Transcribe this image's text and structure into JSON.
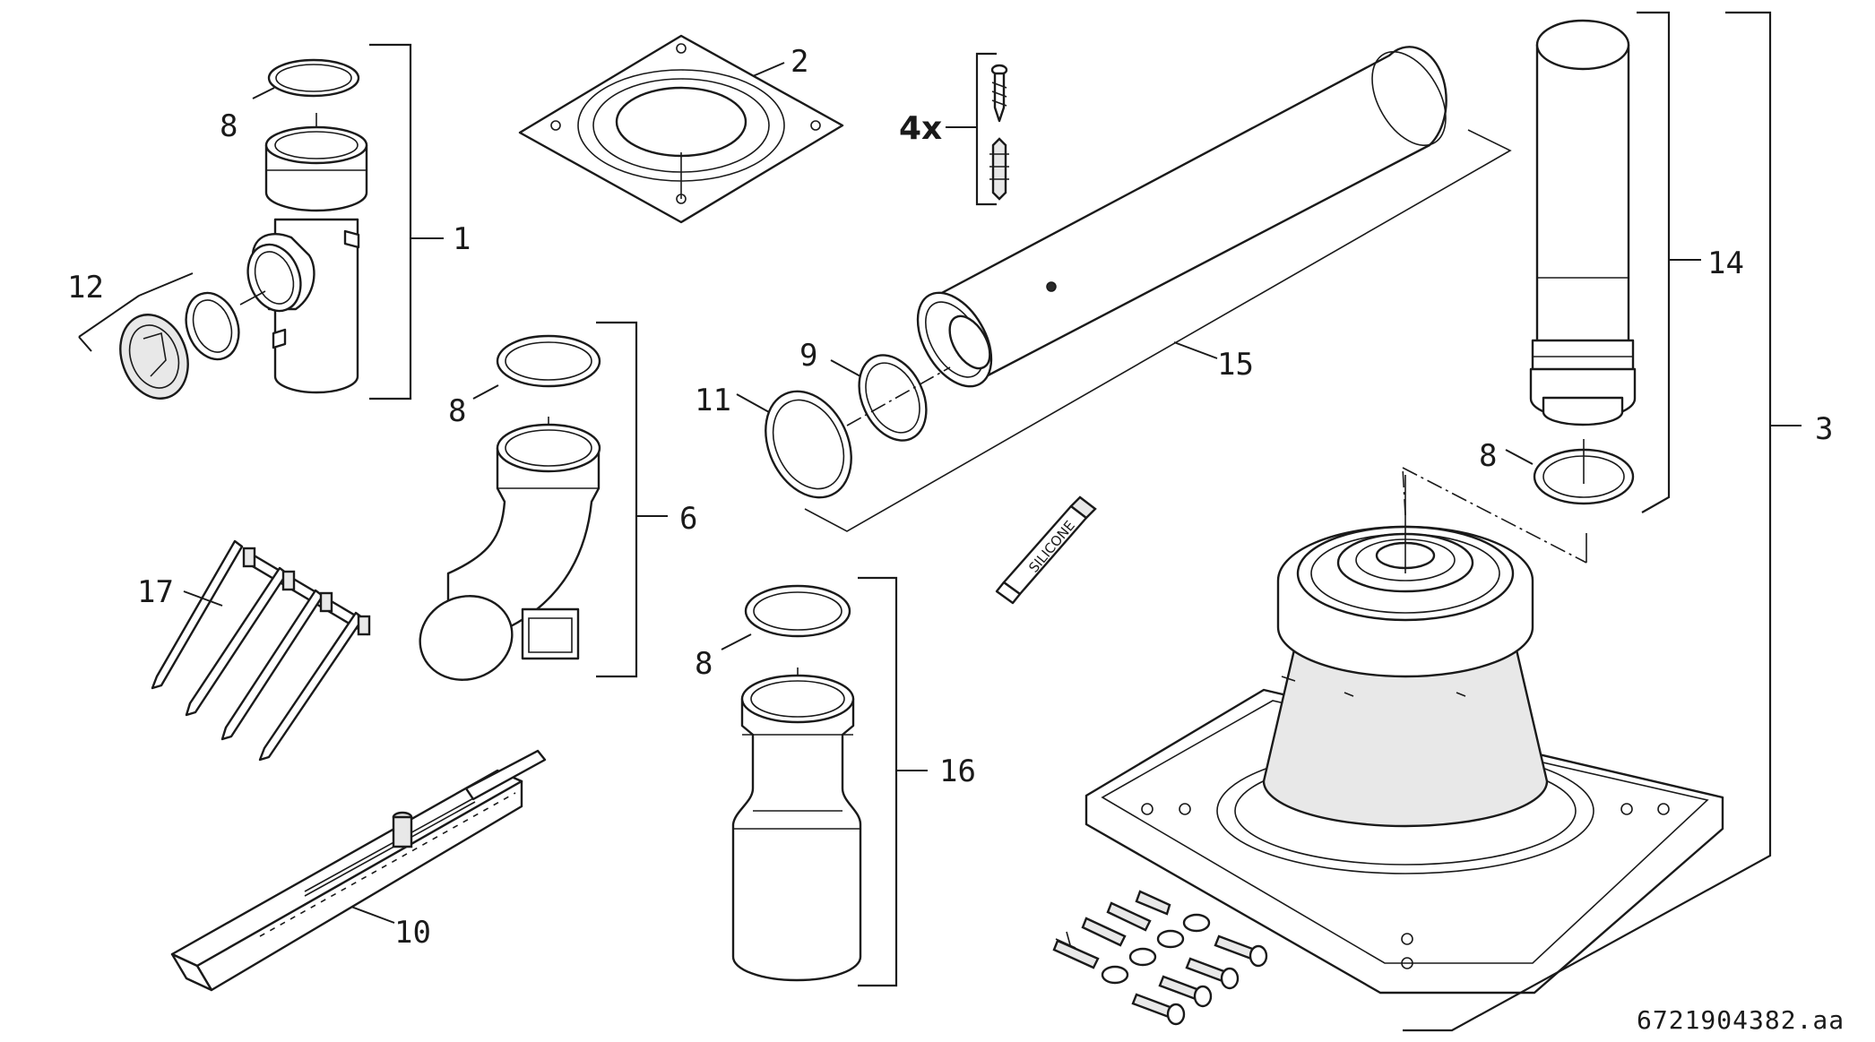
{
  "callouts": {
    "c1": "1",
    "c2": "2",
    "c3": "3",
    "c6": "6",
    "c8a": "8",
    "c8b": "8",
    "c8c": "8",
    "c8d": "8",
    "c9": "9",
    "c10": "10",
    "c11": "11",
    "c12": "12",
    "c14": "14",
    "c15": "15",
    "c16": "16",
    "c17": "17"
  },
  "quantity_label": "4x",
  "tube_label": "SILICONE",
  "document_id": "6721904382.aa"
}
